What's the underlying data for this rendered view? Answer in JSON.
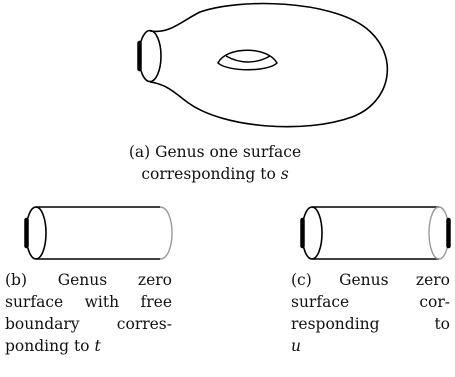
{
  "captions": {
    "a": {
      "line1": "(a) Genus one surface",
      "line2_text": "corresponding to ",
      "line2_var": "s"
    },
    "b": {
      "line1": "(b) Genus zero",
      "line2": "surface with free",
      "line3": "boundary corres-",
      "line4_text": "ponding to ",
      "line4_var": "t"
    },
    "c": {
      "line1": "(c) Genus zero",
      "line2": "surface cor-",
      "line3": "responding to",
      "line4_var": "u"
    }
  }
}
